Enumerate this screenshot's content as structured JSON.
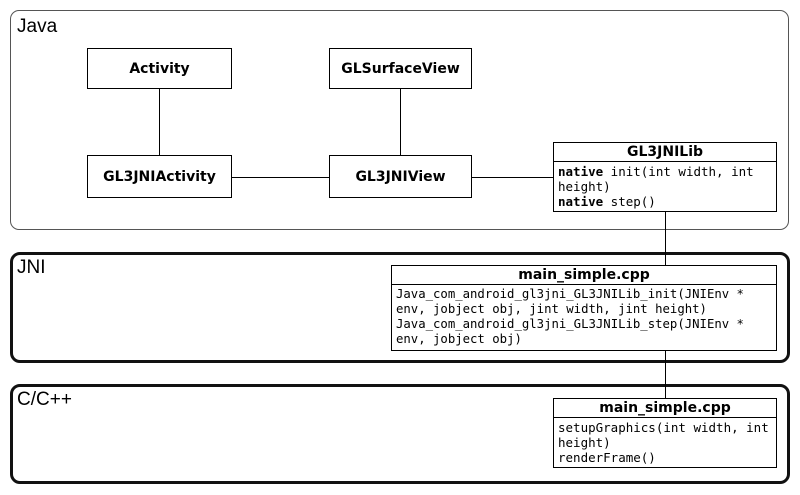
{
  "layers": {
    "java": "Java",
    "jni": "JNI",
    "cpp": "C/C++"
  },
  "boxes": {
    "activity": "Activity",
    "glsurfaceview": "GLSurfaceView",
    "gl3jniactivity": "GL3JNIActivity",
    "gl3jniview": "GL3JNIView"
  },
  "gl3jnilib": {
    "title": "GL3JNILib",
    "m1_kw": "native",
    "m1": " init(int width, int height)",
    "m2_kw": "native",
    "m2": " step()"
  },
  "jni_cpp": {
    "title": "main_simple.cpp",
    "m1": "Java_com_android_gl3jni_GL3JNILib_init(JNIEnv * env, jobject obj, jint width, jint height)",
    "m2": "Java_com_android_gl3jni_GL3JNILib_step(JNIEnv * env, jobject obj)"
  },
  "native_cpp": {
    "title": "main_simple.cpp",
    "m1": "setupGraphics(int width, int height)",
    "m2": "renderFrame()"
  }
}
